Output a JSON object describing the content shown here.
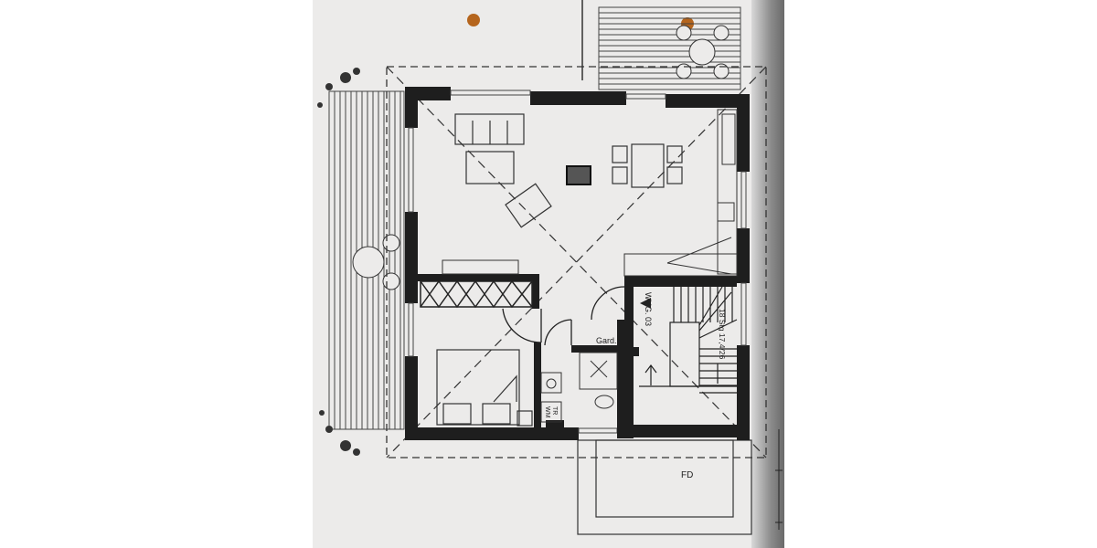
{
  "plan": {
    "unit_label": "WHG. 03",
    "stairs_label": "18 Stg 17,4/26",
    "wardrobe_label": "Gard.",
    "laundry_label_1": "WM",
    "laundry_label_2": "TR",
    "flat_roof_label": "FD"
  },
  "colors": {
    "paper": "#ecebea",
    "wall": "#1e1e1e",
    "line": "#333333",
    "hole": "#b5651d"
  }
}
